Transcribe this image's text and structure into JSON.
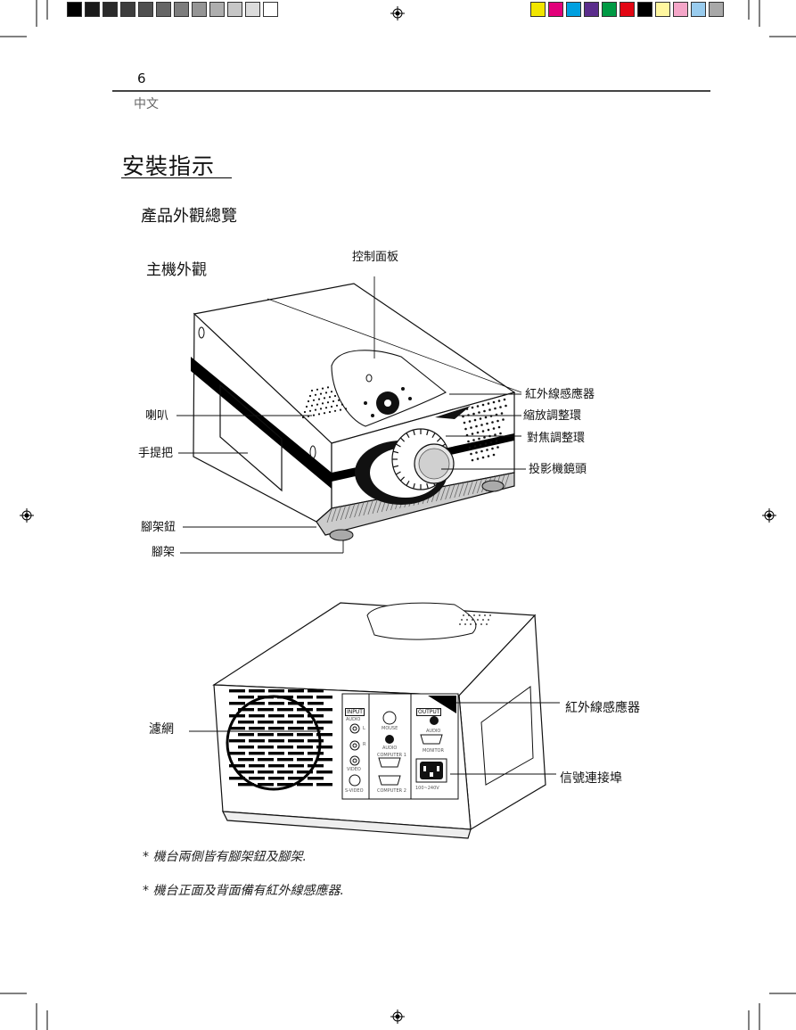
{
  "header": {
    "page_number": "6",
    "language": "中文"
  },
  "section": {
    "title": "安裝指示",
    "subtitle": "產品外觀總覽",
    "group_title": "主機外觀"
  },
  "front_view": {
    "control_panel": "控制面板",
    "ir_sensor": "紅外線感應器",
    "zoom_ring": "縮放調整環",
    "focus_ring": "對焦調整環",
    "lens": "投影機鏡頭",
    "speaker": "喇叭",
    "handle": "手提把",
    "foot_button": "腳架鈕",
    "foot": "腳架"
  },
  "rear_view": {
    "ir_sensor": "紅外線感應器",
    "filter": "濾網",
    "connectors": "信號連接埠",
    "panel_labels": {
      "input": "INPUT",
      "output": "OUTPUT",
      "audio": "AUDIO",
      "l": "L",
      "r": "R",
      "video": "VIDEO",
      "svideo": "S-VIDEO",
      "mouse": "MOUSE",
      "audio2": "AUDIO",
      "computer1": "COMPUTER 1",
      "computer2": "COMPUTER 2",
      "audio_out": "AUDIO",
      "monitor": "MONITOR",
      "power": "100~240V"
    }
  },
  "notes": [
    "*  機台兩側皆有腳架鈕及腳架.",
    "*  機台正面及背面備有紅外線感應器."
  ],
  "colors": {
    "grays": [
      "#000000",
      "#1a1a1a",
      "#2b2b2b",
      "#3d3d3d",
      "#4f4f4f",
      "#666666",
      "#7d7d7d",
      "#959595",
      "#aeaeae",
      "#c6c6c6",
      "#dcdcdc",
      "#ffffff"
    ],
    "process": [
      "#f2e600",
      "#e2007a",
      "#00a0e0",
      "#5b2d8c",
      "#009a44",
      "#e30613",
      "#000000",
      "#fff7a0",
      "#f4a6c8",
      "#99ccee",
      "#a8a8a8"
    ]
  }
}
